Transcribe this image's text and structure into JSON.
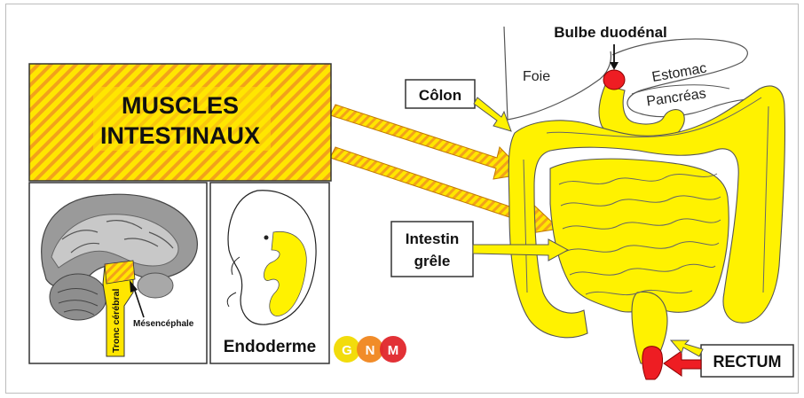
{
  "main_box": {
    "line1": "MUSCLES",
    "line2": "INTESTINAUX"
  },
  "brain_panel": {
    "label_midbrain": "Mésencéphale",
    "label_brainstem": "Tronc cérébral"
  },
  "embryo_panel": {
    "label": "Endoderme"
  },
  "organ_labels": {
    "liver": "Foie",
    "stomach": "Estomac",
    "pancreas": "Pancréas",
    "duodenal_bulb": "Bulbe duodénal"
  },
  "callouts": {
    "colon": "Côlon",
    "small_intestine_1": "Intestin",
    "small_intestine_2": "grêle",
    "rectum": "RECTUM"
  },
  "logo": {
    "letters": [
      "G",
      "N",
      "M"
    ],
    "colors": [
      "#f2dc0c",
      "#f0861e",
      "#e0262b"
    ]
  },
  "colors": {
    "hatch_yellow": "#ffe600",
    "hatch_orange": "#f2a21b",
    "organ_yellow": "#fff200",
    "highlight_red": "#ee1d23"
  }
}
